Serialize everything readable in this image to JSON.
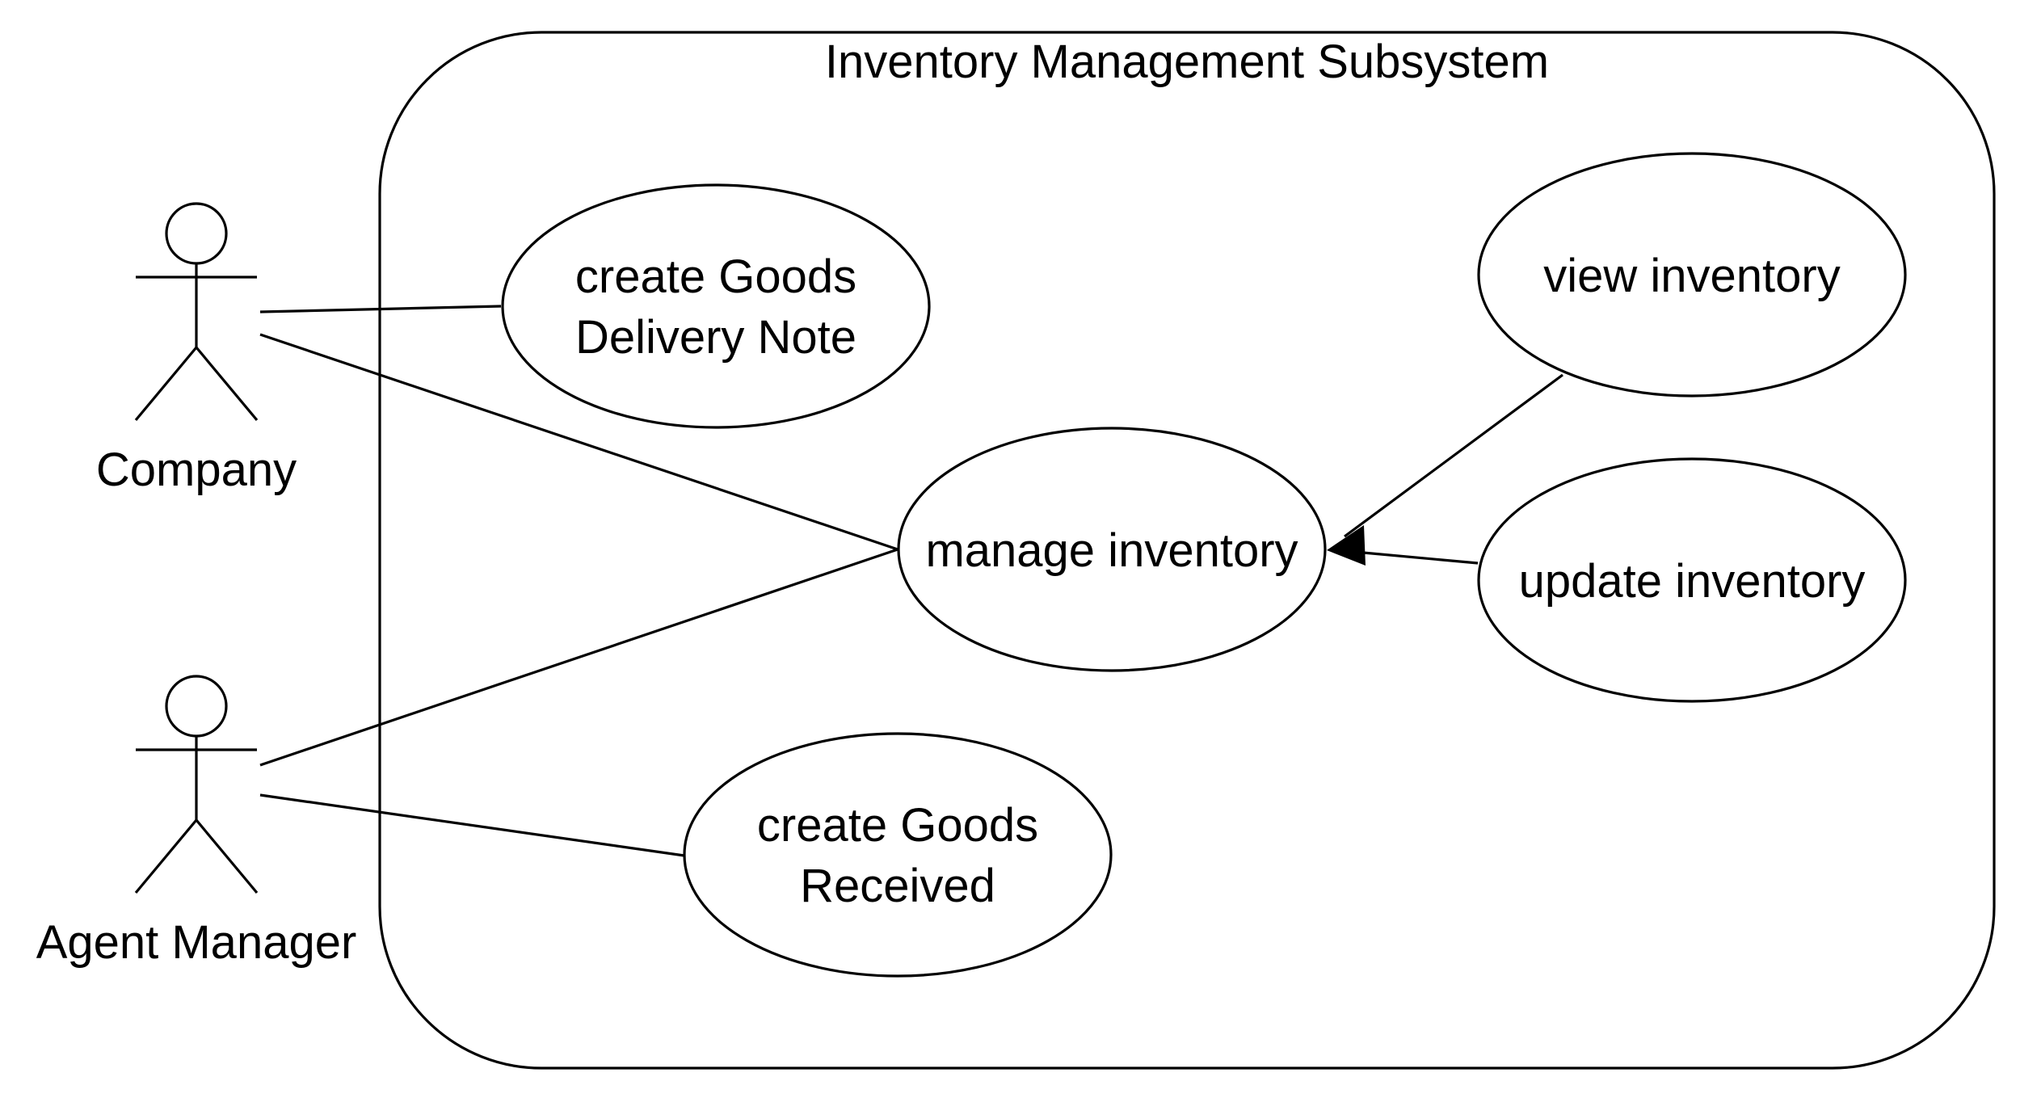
{
  "subsystem": {
    "title": "Inventory Management Subsystem"
  },
  "actors": {
    "company": {
      "label": "Company"
    },
    "agent_manager": {
      "label": "Agent Manager"
    }
  },
  "use_cases": {
    "create_goods_delivery_note": {
      "lines": [
        "create Goods",
        "Delivery Note"
      ]
    },
    "manage_inventory": {
      "lines": [
        "manage inventory"
      ]
    },
    "view_inventory": {
      "lines": [
        "view inventory"
      ]
    },
    "update_inventory": {
      "lines": [
        "update inventory"
      ]
    },
    "create_goods_received": {
      "lines": [
        "create Goods",
        "Received"
      ]
    }
  },
  "relationships": [
    {
      "from": "Company",
      "to": "create Goods Delivery Note",
      "type": "association"
    },
    {
      "from": "Company",
      "to": "manage inventory",
      "type": "association"
    },
    {
      "from": "Agent Manager",
      "to": "manage inventory",
      "type": "association"
    },
    {
      "from": "Agent Manager",
      "to": "create Goods Received",
      "type": "association"
    },
    {
      "from": "view inventory",
      "to": "manage inventory",
      "type": "generalization"
    },
    {
      "from": "update inventory",
      "to": "manage inventory",
      "type": "generalization"
    }
  ],
  "colors": {
    "stroke": "#000000",
    "background": "#ffffff"
  }
}
